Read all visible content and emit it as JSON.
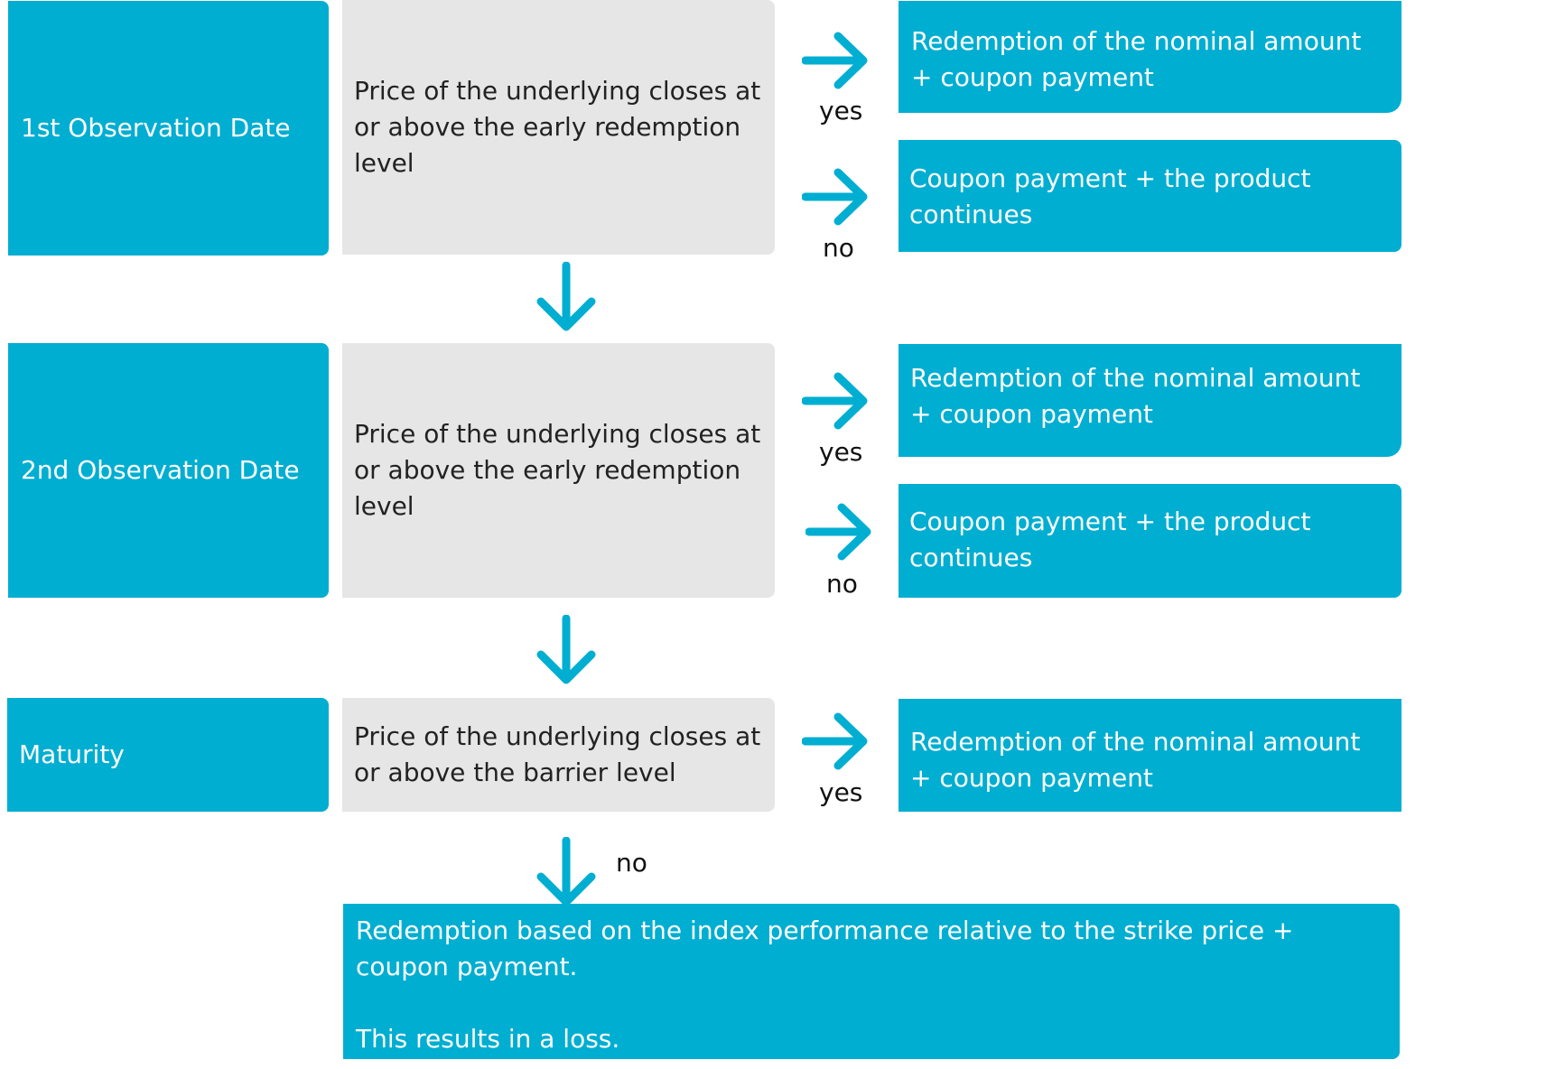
{
  "colors": {
    "accent": "#00aed1",
    "condition_bg": "#e6e6e6",
    "stage_text": "#ffffff",
    "condition_text": "#222222"
  },
  "icons": {
    "branch_arrow": "arrow-right-icon",
    "flow_arrow": "arrow-down-icon"
  },
  "stages": [
    {
      "label": "1st Observation Date",
      "condition": "Price of the underlying closes at or above the early redemption level",
      "yes_label": "yes",
      "yes_result": "Redemption of the nominal amount + coupon payment",
      "no_label": "no",
      "no_result": "Coupon payment + the product continues"
    },
    {
      "label": "2nd Observation Date",
      "condition": "Price of the underlying closes at or above the early redemption level",
      "yes_label": "yes",
      "yes_result": "Redemption of the nominal amount + coupon payment",
      "no_label": "no",
      "no_result": "Coupon payment + the product continues"
    },
    {
      "label": "Maturity",
      "condition": "Price of the underlying closes at or above the barrier level",
      "yes_label": "yes",
      "yes_result": "Redemption of the nominal amount + coupon payment",
      "no_label": "no"
    }
  ],
  "final": {
    "line1": "Redemption based on the index performance relative to the strike price + coupon payment.",
    "line2": "This results in a loss."
  }
}
